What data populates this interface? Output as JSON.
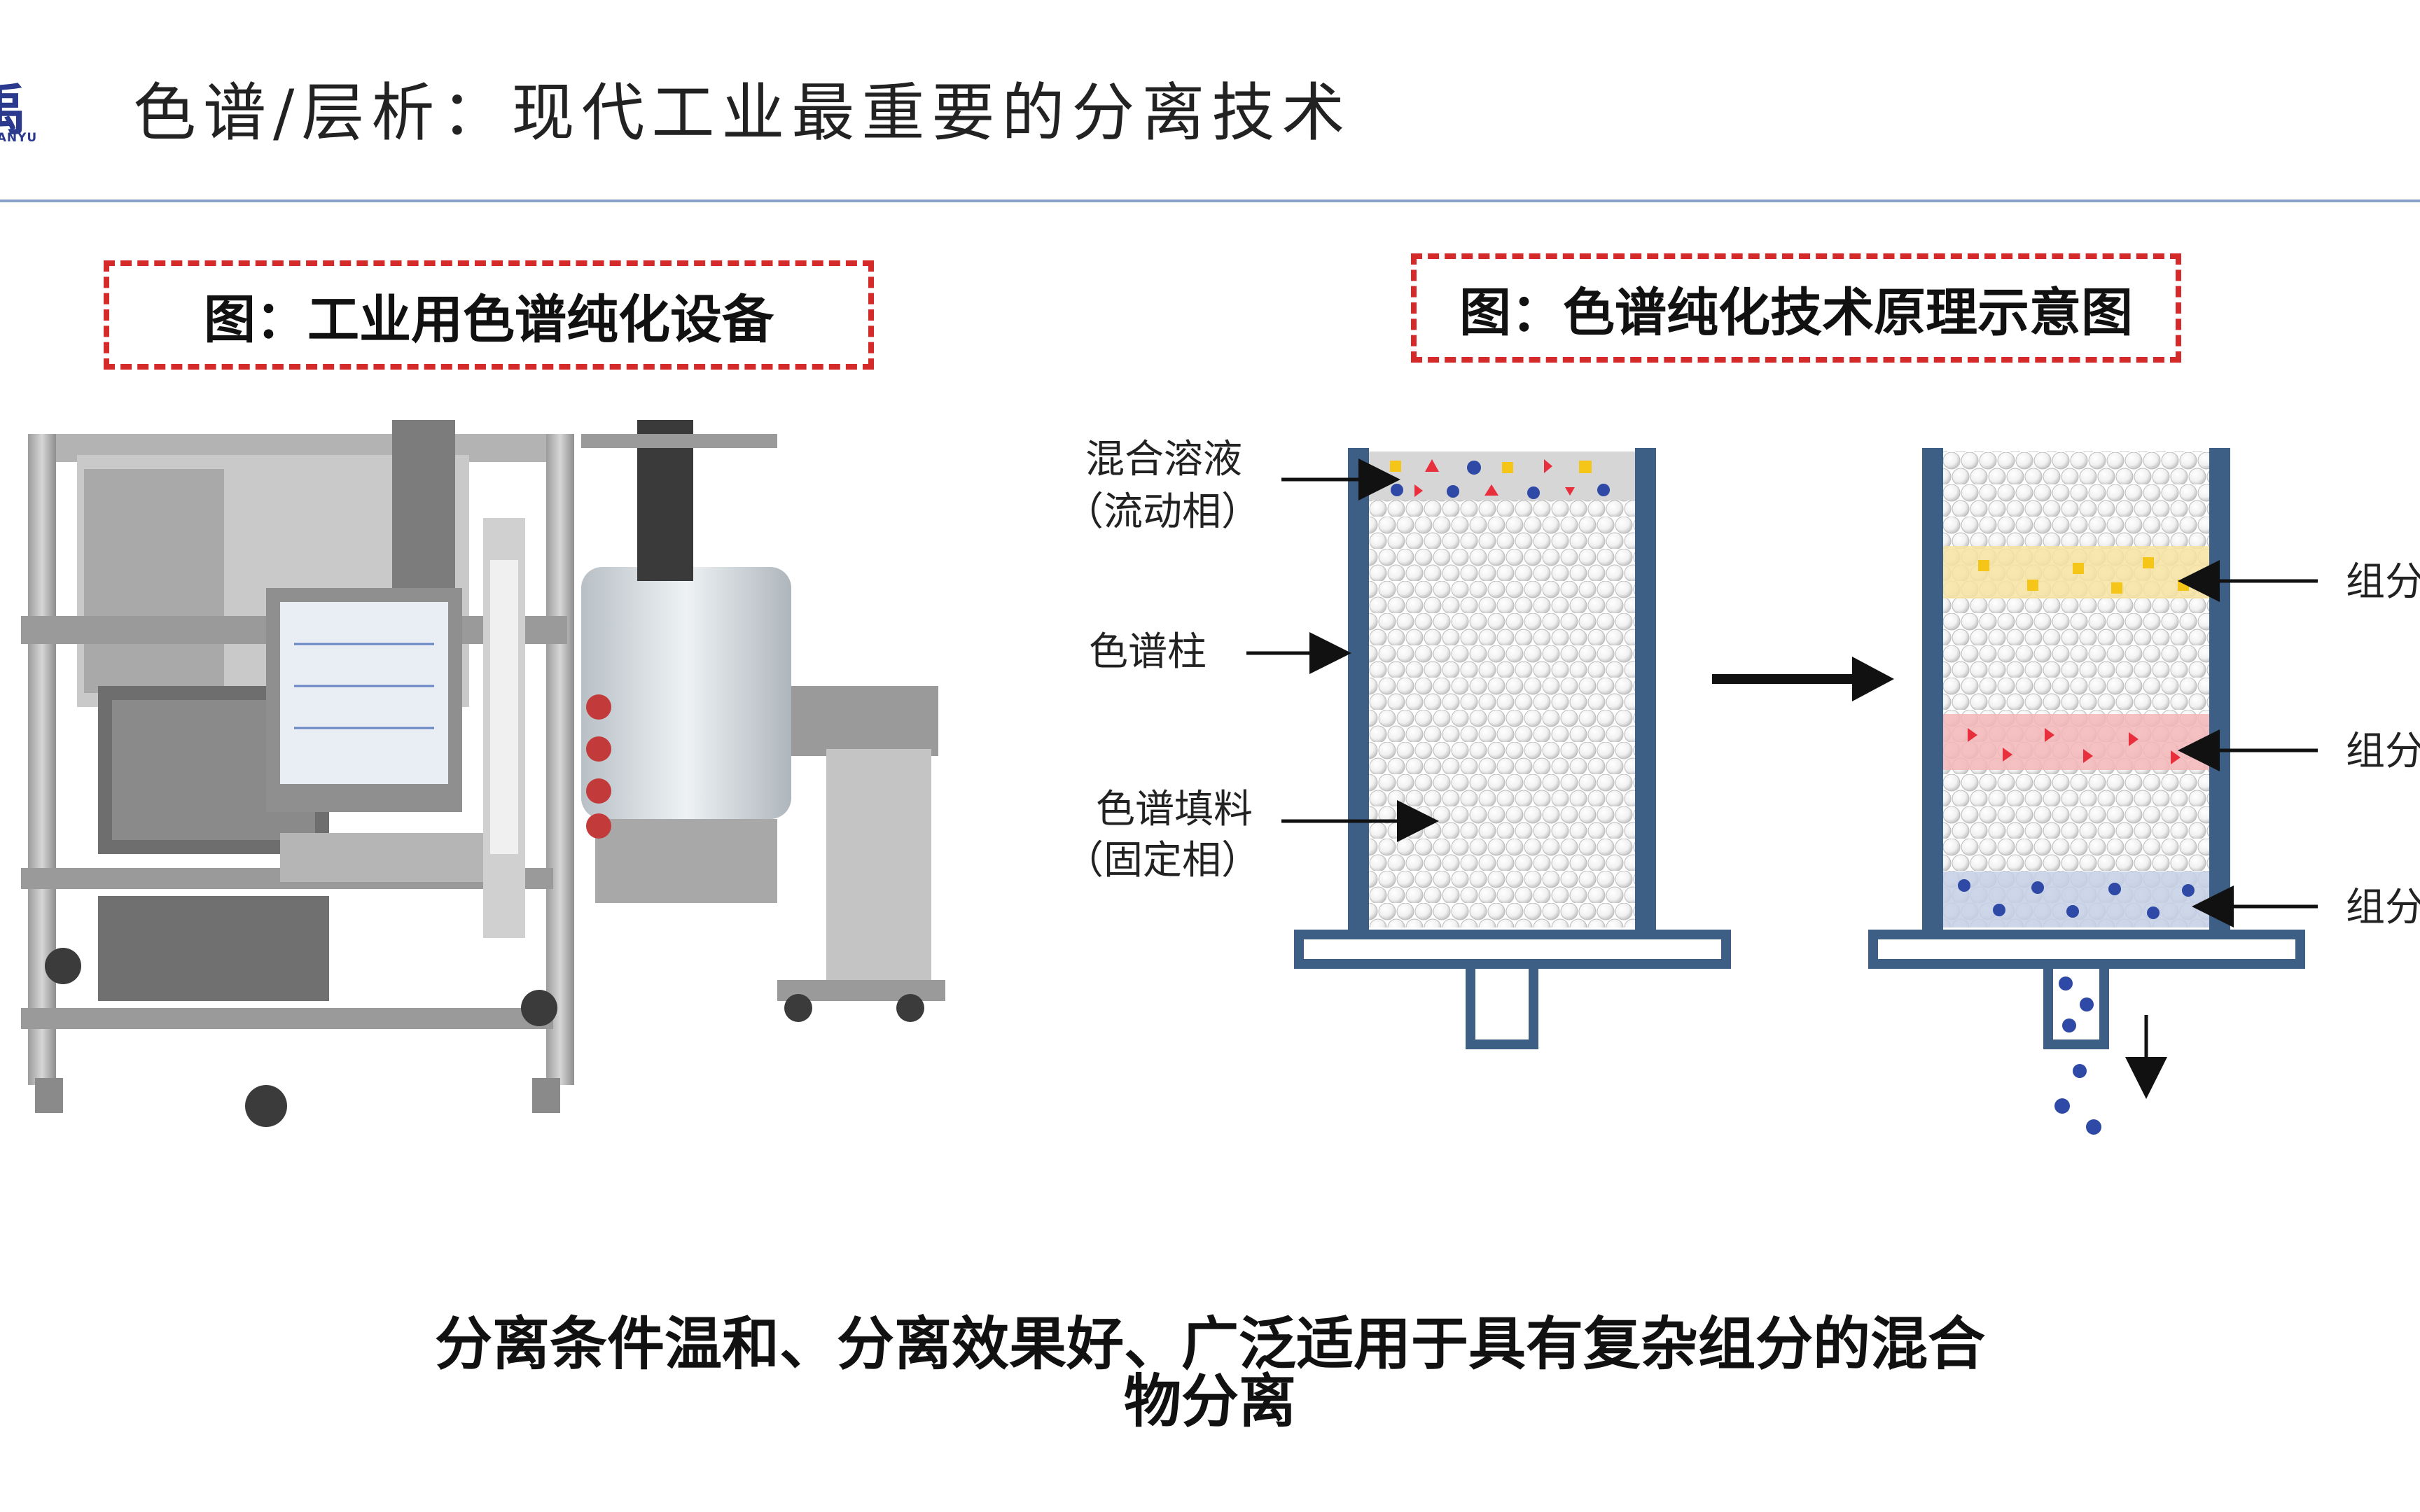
{
  "logo": {
    "mark": "禹",
    "subtitle": "QUANYU"
  },
  "header": {
    "title": "色谱/层析：现代工业最重要的分离技术"
  },
  "figures": {
    "left_caption": "图：工业用色谱纯化设备",
    "right_caption": "图：色谱纯化技术原理示意图"
  },
  "diagram": {
    "mixed_solution": "混合溶液",
    "mobile_phase": "（流动相）",
    "column": "色谱柱",
    "packing": "色谱填料",
    "stationary_phase": "（固定相）",
    "component_a": "组分A",
    "component_b": "组分B",
    "component_c": "组分C",
    "colors": {
      "column_wall": "#3d5f86",
      "yellow": "#f5c518",
      "red": "#e8303c",
      "blue": "#2e49a6",
      "band_yellow": "#f7e3a1",
      "band_red": "#f3b6b9",
      "band_blue": "#c6cfe6"
    }
  },
  "conclusion": {
    "line1": "分离条件温和、分离效果好、广泛适用于具有复杂组分的混合",
    "line2": "物分离"
  }
}
